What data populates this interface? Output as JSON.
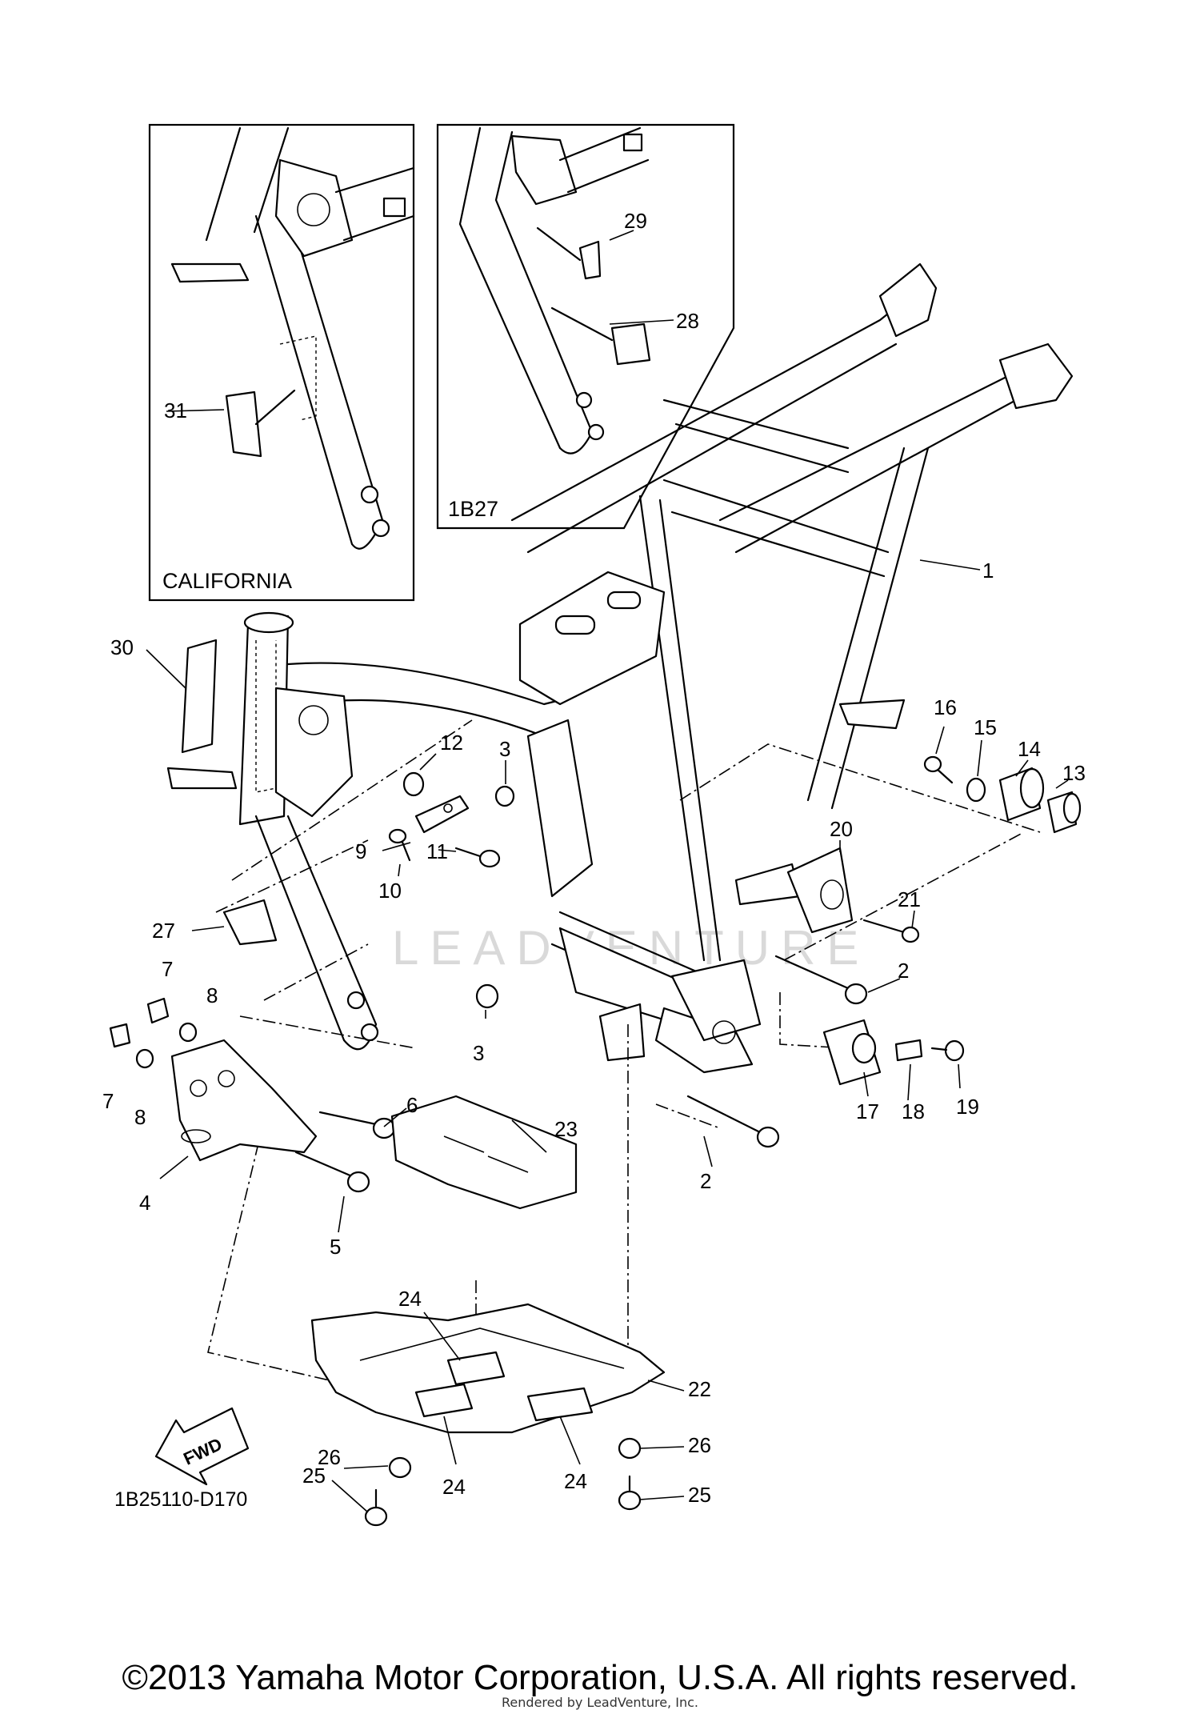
{
  "diagram_code": "1B25110-D170",
  "insets": {
    "california": "CALIFORNIA",
    "model_1b27": "1B27"
  },
  "direction_marker": "FWD",
  "watermark": "LEADVENTURE",
  "callouts": [
    "1",
    "2",
    "2",
    "3",
    "3",
    "4",
    "5",
    "6",
    "7",
    "7",
    "8",
    "8",
    "9",
    "10",
    "11",
    "12",
    "13",
    "14",
    "15",
    "16",
    "17",
    "18",
    "19",
    "20",
    "21",
    "22",
    "23",
    "24",
    "24",
    "24",
    "25",
    "25",
    "26",
    "26",
    "27",
    "28",
    "29",
    "30",
    "31"
  ],
  "footer": {
    "copyright": "©2013 Yamaha Motor Corporation, U.S.A. All rights reserved.",
    "rendered_by": "Rendered by LeadVenture, Inc."
  }
}
